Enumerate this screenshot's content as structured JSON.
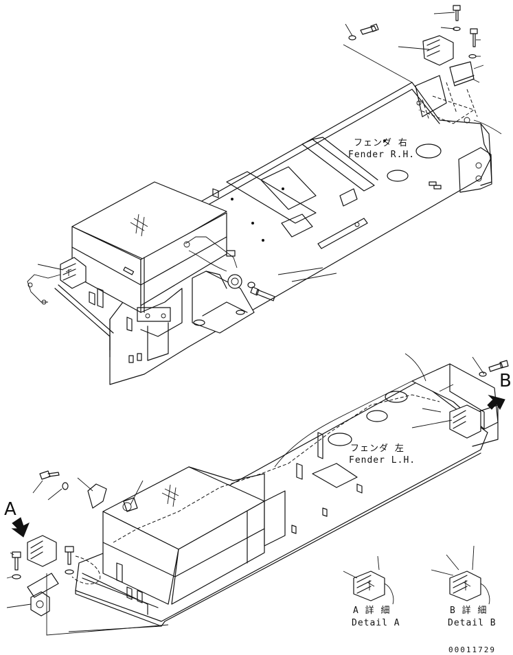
{
  "labels": {
    "fender_rh_jp": "フェンダ 右",
    "fender_rh_en": "Fender R.H.",
    "fender_lh_jp": "フェンダ 左",
    "fender_lh_en": "Fender L.H.",
    "detail_a_jp": "A 詳 細",
    "detail_a_en": "Detail A",
    "detail_b_jp": "B 詳 細",
    "detail_b_en": "Detail B",
    "marker_a": "A",
    "marker_b": "B",
    "drawing_number": "00011729"
  }
}
